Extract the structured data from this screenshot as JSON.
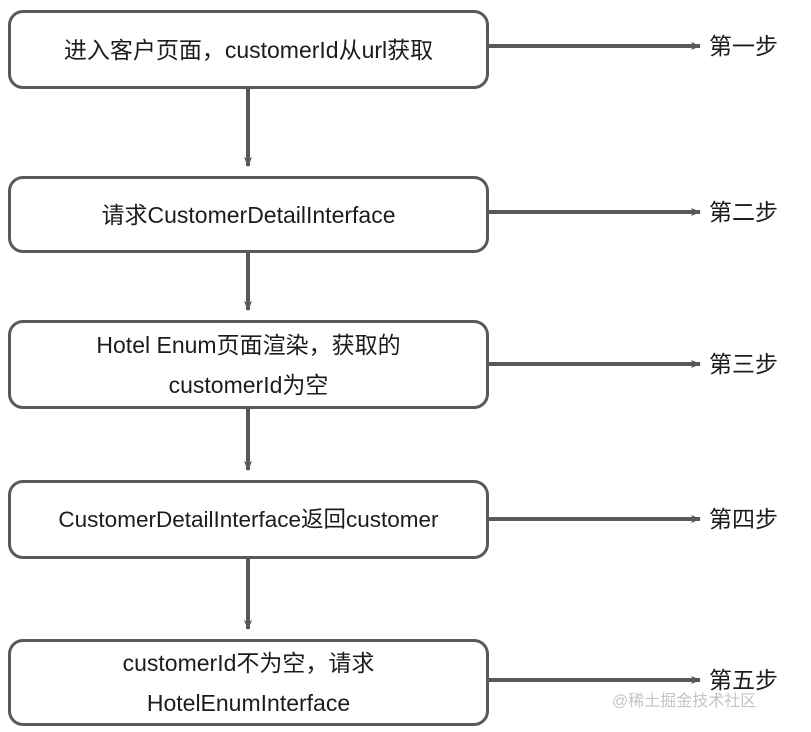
{
  "diagram": {
    "title": "Customer page rendering sequence flowchart",
    "colors": {
      "stroke": "#58595b",
      "node_fill": "#ffffff",
      "text": "#1c1c1c",
      "background": "#ffffff",
      "watermark": "#c4c4c4"
    },
    "nodes": [
      {
        "id": "node-1",
        "text": "进入客户页面，customerId从url获取",
        "step_label": "第一步"
      },
      {
        "id": "node-2",
        "text": "请求CustomerDetailInterface",
        "step_label": "第二步"
      },
      {
        "id": "node-3",
        "text": "Hotel Enum页面渲染，获取的\ncustomerId为空",
        "step_label": "第三步"
      },
      {
        "id": "node-4",
        "text": "CustomerDetailInterface返回customer",
        "step_label": "第四步"
      },
      {
        "id": "node-5",
        "text": "customerId不为空，请求\nHotelEnumInterface",
        "step_label": "第五步"
      }
    ],
    "edges": [
      {
        "id": "edge-1-2",
        "from": "node-1",
        "to": "node-2",
        "direction": "down"
      },
      {
        "id": "edge-2-3",
        "from": "node-2",
        "to": "node-3",
        "direction": "down"
      },
      {
        "id": "edge-3-4",
        "from": "node-3",
        "to": "node-4",
        "direction": "down"
      },
      {
        "id": "edge-4-5",
        "from": "node-4",
        "to": "node-5",
        "direction": "down"
      },
      {
        "id": "edge-1-label",
        "from": "node-1",
        "to": "第一步",
        "direction": "right"
      },
      {
        "id": "edge-2-label",
        "from": "node-2",
        "to": "第二步",
        "direction": "right"
      },
      {
        "id": "edge-3-label",
        "from": "node-3",
        "to": "第三步",
        "direction": "right"
      },
      {
        "id": "edge-4-label",
        "from": "node-4",
        "to": "第四步",
        "direction": "right"
      },
      {
        "id": "edge-5-label",
        "from": "node-5",
        "to": "第五步",
        "direction": "right"
      }
    ],
    "watermark": "@稀土掘金技术社区"
  }
}
